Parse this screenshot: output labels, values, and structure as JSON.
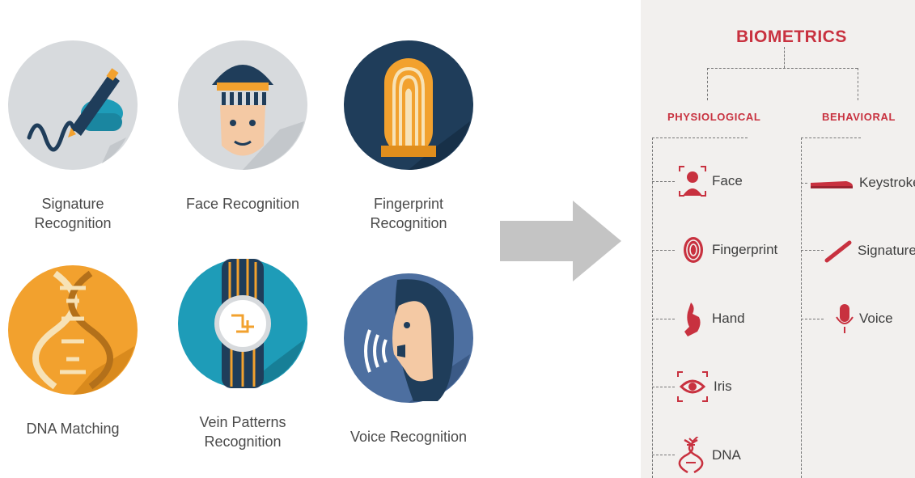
{
  "left_icons": [
    {
      "label": "Signature\nRecognition",
      "icon": "signature-pen"
    },
    {
      "label": "Face Recognition",
      "icon": "face"
    },
    {
      "label": "Fingerprint\nRecognition",
      "icon": "fingerprint"
    },
    {
      "label": "DNA Matching",
      "icon": "dna-helix"
    },
    {
      "label": "Vein Patterns\nRecognition",
      "icon": "vein-hand"
    },
    {
      "label": "Voice Recognition",
      "icon": "voice-speaker"
    }
  ],
  "arrow": {
    "icon": "right-arrow",
    "color": "#c4c4c4"
  },
  "diagram": {
    "title": "BIOMETRICS",
    "physiological": {
      "label": "PHYSIOLOGICAL",
      "items": [
        {
          "label": "Face",
          "icon": "face-icon"
        },
        {
          "label": "Fingerprint",
          "icon": "fingerprint-icon"
        },
        {
          "label": "Hand",
          "icon": "hand-icon"
        },
        {
          "label": "Iris",
          "icon": "eye-icon"
        },
        {
          "label": "DNA",
          "icon": "dna-icon"
        }
      ]
    },
    "behavioral": {
      "label": "BEHAVIORAL",
      "items": [
        {
          "label": "Keystroke",
          "icon": "keyboard-icon"
        },
        {
          "label": "Signature",
          "icon": "pen-icon"
        },
        {
          "label": "Voice",
          "icon": "microphone-icon"
        }
      ]
    }
  },
  "colors": {
    "accent": "#c8313f",
    "panel_bg": "#f2f0ee",
    "navy": "#1f3d5a",
    "orange": "#f2a12e",
    "teal": "#1e9cb8",
    "light_gray": "#d9dcdf"
  }
}
